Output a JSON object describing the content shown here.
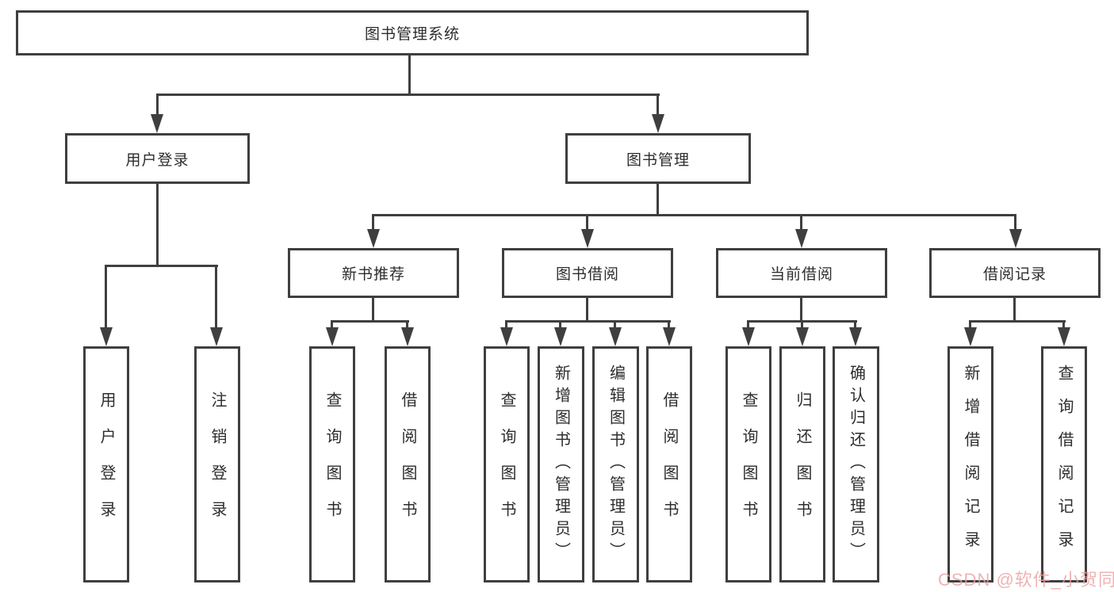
{
  "colors": {
    "line": "#3f3f3f",
    "box_background": "#ffffff",
    "text": "#2d2d2d",
    "watermark": "rgba(235,160,160,0.8)"
  },
  "tree": {
    "label": "图书管理系统",
    "children": [
      {
        "label": "用户登录",
        "children": [
          {
            "label": "用户登录"
          },
          {
            "label": "注销登录"
          }
        ]
      },
      {
        "label": "图书管理",
        "children": [
          {
            "label": "新书推荐",
            "children": [
              {
                "label": "查询图书"
              },
              {
                "label": "借阅图书"
              }
            ]
          },
          {
            "label": "图书借阅",
            "children": [
              {
                "label": "查询图书"
              },
              {
                "label": "新增图书（管理员）"
              },
              {
                "label": "编辑图书（管理员）"
              },
              {
                "label": "借阅图书"
              }
            ]
          },
          {
            "label": "当前借阅",
            "children": [
              {
                "label": "查询图书"
              },
              {
                "label": "归还图书"
              },
              {
                "label": "确认归还（管理员）"
              }
            ]
          },
          {
            "label": "借阅记录",
            "children": [
              {
                "label": "新增借阅记录"
              },
              {
                "label": "查询借阅记录"
              }
            ]
          }
        ]
      }
    ]
  },
  "watermark": {
    "text": "CSDN @软件_小贺同学"
  }
}
